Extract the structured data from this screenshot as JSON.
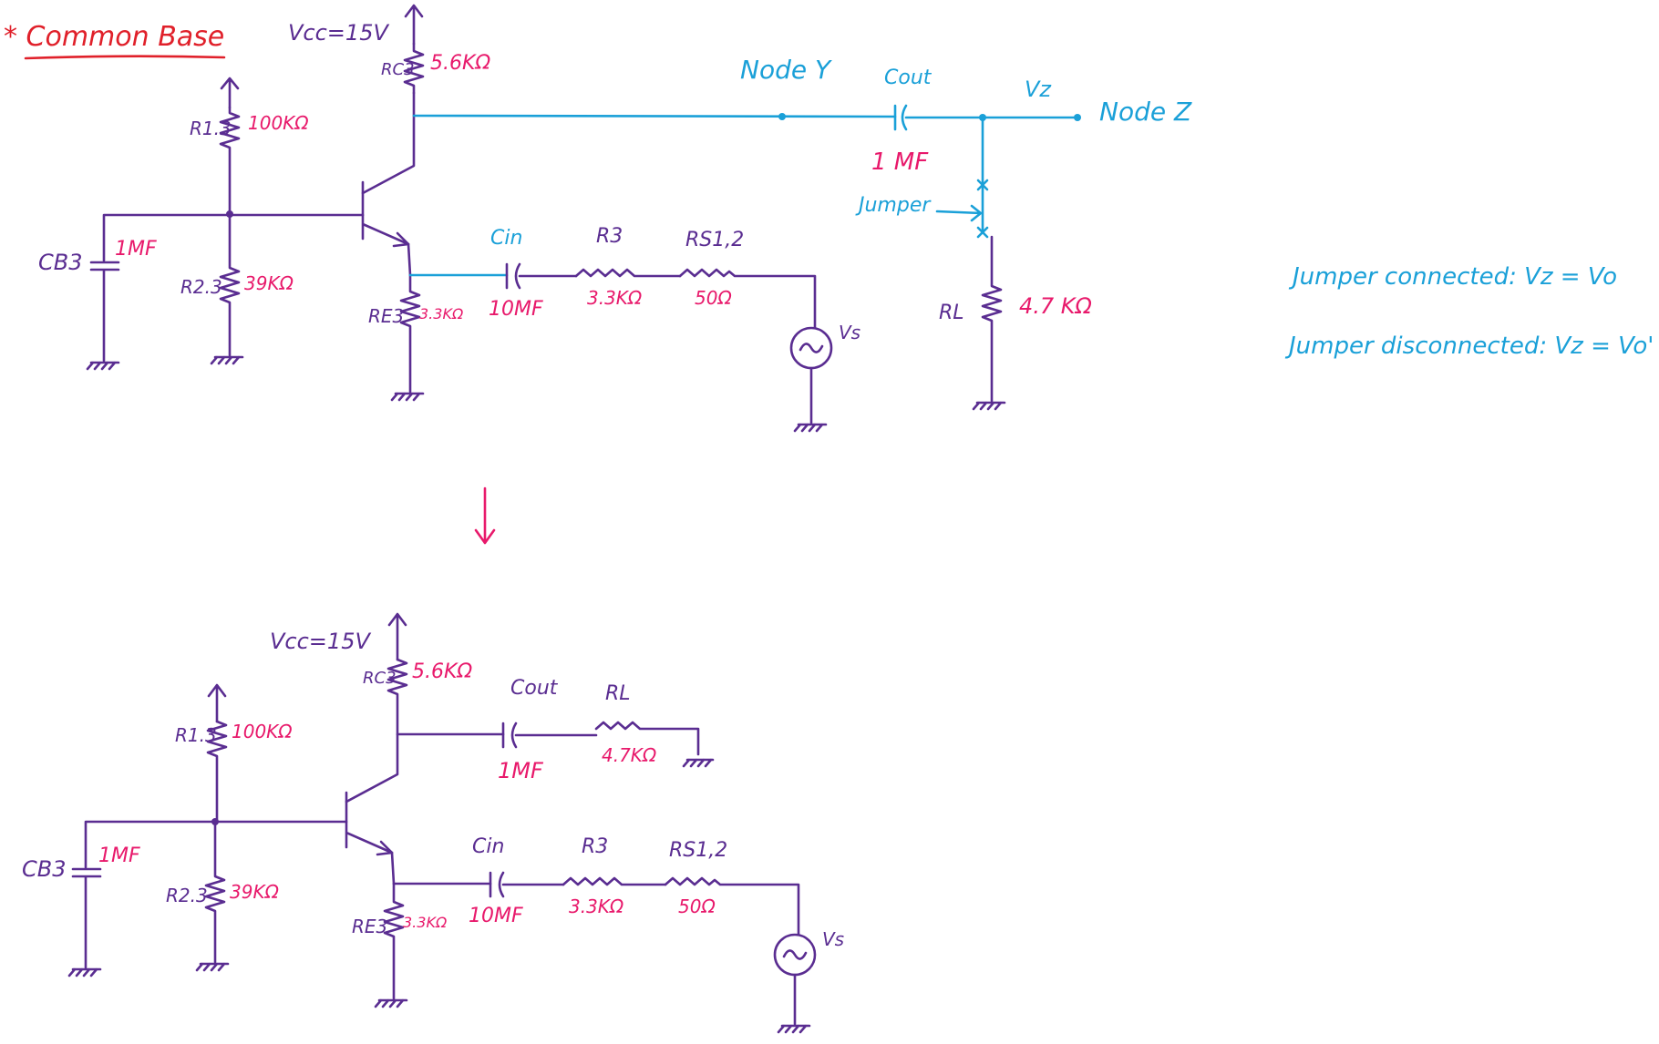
{
  "title": "* Common Base",
  "top": {
    "vcc": "Vcc=15V",
    "rc_label": "RC3",
    "rc_value": "5.6KΩ",
    "r1_label": "R1.3",
    "r1_value": "100KΩ",
    "r2_label": "R2.3",
    "r2_value": "39KΩ",
    "re_label": "RE3",
    "re_value": "3.3KΩ",
    "cb_label": "CB3",
    "cb_value": "1MF",
    "cin_label": "Cin",
    "cin_value": "10MF",
    "r3_label": "R3",
    "r3_value": "3.3KΩ",
    "rs_label": "RS1,2",
    "rs_value": "50Ω",
    "vs_label": "Vs",
    "node_y": "Node Y",
    "cout_label": "Cout",
    "cout_value": "1 MF",
    "vz_label": "Vz",
    "node_z": "Node Z",
    "jumper_label": "Jumper",
    "rl_label": "RL",
    "rl_value": "4.7 KΩ"
  },
  "notes": {
    "connected": "Jumper connected: Vz = Vo",
    "disconnected": "Jumper disconnected: Vz = Vo'"
  },
  "bottom": {
    "vcc": "Vcc=15V",
    "rc_label": "RC3",
    "rc_value": "5.6KΩ",
    "r1_label": "R1.3",
    "r1_value": "100KΩ",
    "r2_label": "R2.3",
    "r2_value": "39KΩ",
    "re_label": "RE3",
    "re_value": "3.3KΩ",
    "cb_label": "CB3",
    "cb_value": "1MF",
    "cout_label": "Cout",
    "cout_value": "1MF",
    "rl_label": "RL",
    "rl_value": "4.7KΩ",
    "cin_label": "Cin",
    "cin_value": "10MF",
    "r3_label": "R3",
    "r3_value": "3.3KΩ",
    "rs_label": "RS1,2",
    "rs_value": "50Ω",
    "vs_label": "Vs"
  },
  "colors": {
    "circuit": "#5a2d91",
    "values": "#e8196b",
    "output_network": "#1aa0d8",
    "title": "#e0202a"
  }
}
